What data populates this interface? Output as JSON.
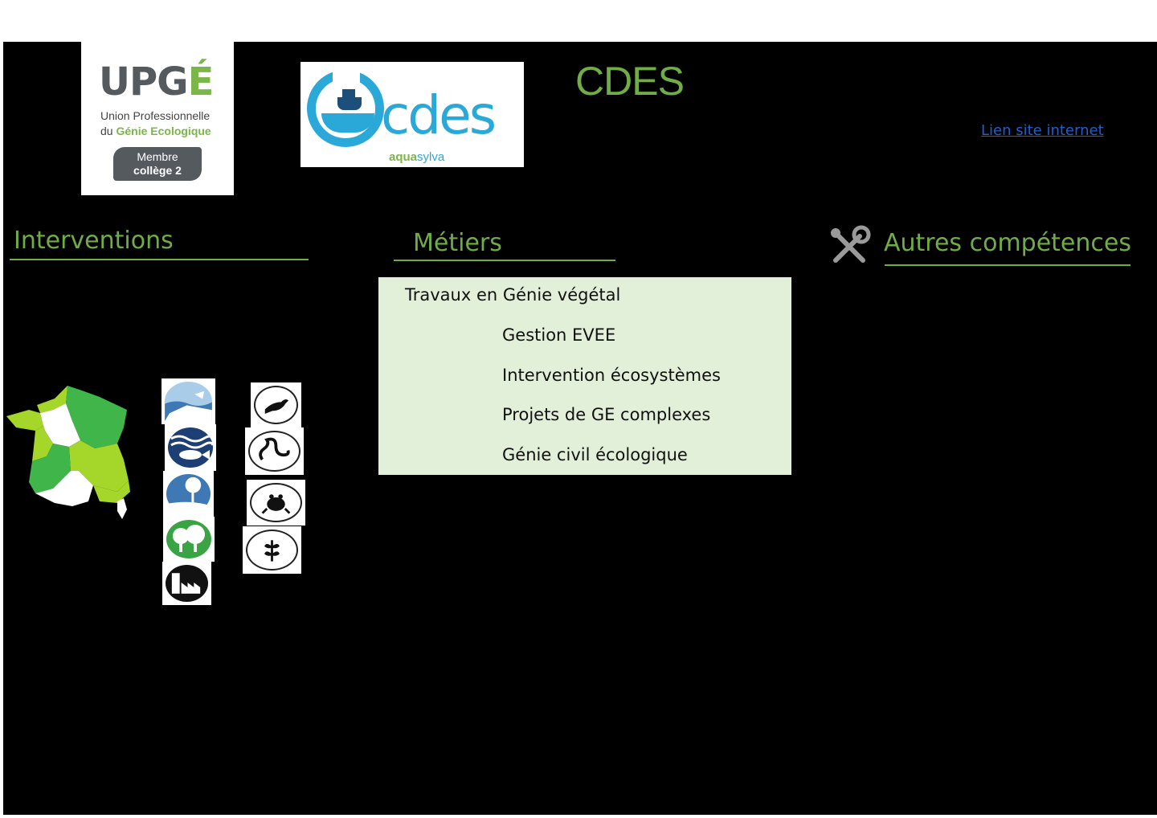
{
  "upge_logo": {
    "word_main": "UPG",
    "word_accent": "É",
    "line1": "Union Professionnelle",
    "line2_prefix": "du ",
    "line2_green": "Génie Ecologique",
    "badge_line1": "Membre",
    "badge_line2": "collège 2"
  },
  "cdes_logo": {
    "word": "cdes",
    "sub_green": "aqua",
    "sub_blue": "sylva"
  },
  "title": "CDES",
  "website_link": "Lien site internet",
  "sections": {
    "interventions": "Interventions",
    "metiers": "Métiers",
    "autres": "Autres compétences"
  },
  "metiers_items": [
    "Travaux en Génie végétal",
    "Gestion EVEE",
    "Intervention écosystèmes",
    "Projets de GE complexes",
    "Génie civil écologique"
  ],
  "colors": {
    "accent_green": "#70ad47",
    "box_green": "#e2efd9",
    "link_blue": "#1f5fd1",
    "cdes_blue": "#2aa9d8",
    "map_light_green": "#a5d62a",
    "map_green": "#3fb54a"
  },
  "icons": {
    "environments": [
      "coast-icon",
      "water-fish-icon",
      "island-tree-icon",
      "forest-icon",
      "urban-industry-icon"
    ],
    "species": [
      "bird-icon",
      "snake-icon",
      "frog-icon",
      "plant-icon"
    ],
    "tools": "tools-icon"
  }
}
